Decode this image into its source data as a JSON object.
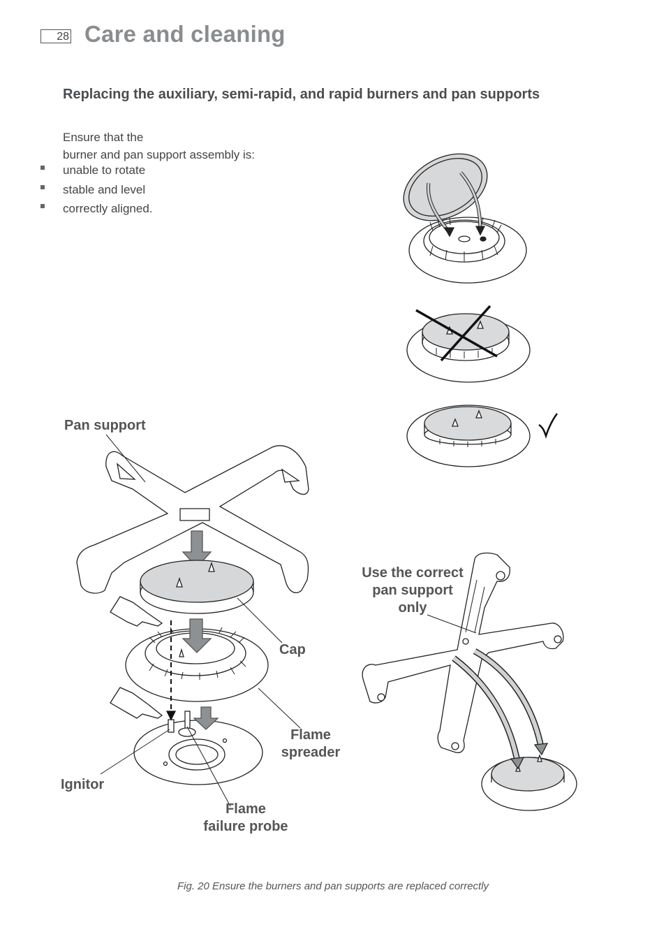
{
  "header": {
    "page_number": "28",
    "title": "Care and cleaning"
  },
  "section": {
    "heading": "Replacing the auxiliary, semi-rapid, and rapid burners and pan supports",
    "intro_line1": "Ensure that the",
    "intro_line2": "burner and pan support assembly is:",
    "bullets": [
      "unable to rotate",
      "stable and level",
      "correctly aligned."
    ]
  },
  "figure": {
    "labels": {
      "pan_support": "Pan support",
      "cap": "Cap",
      "flame_spreader_1": "Flame",
      "flame_spreader_2": "spreader",
      "ignitor": "Ignitor",
      "flame_failure_1": "Flame",
      "flame_failure_2": "failure probe",
      "correct_support_1": "Use the correct",
      "correct_support_2": "pan support",
      "correct_support_3": "only"
    },
    "caption": "Fig. 20 Ensure the burners and pan supports are replaced correctly"
  }
}
